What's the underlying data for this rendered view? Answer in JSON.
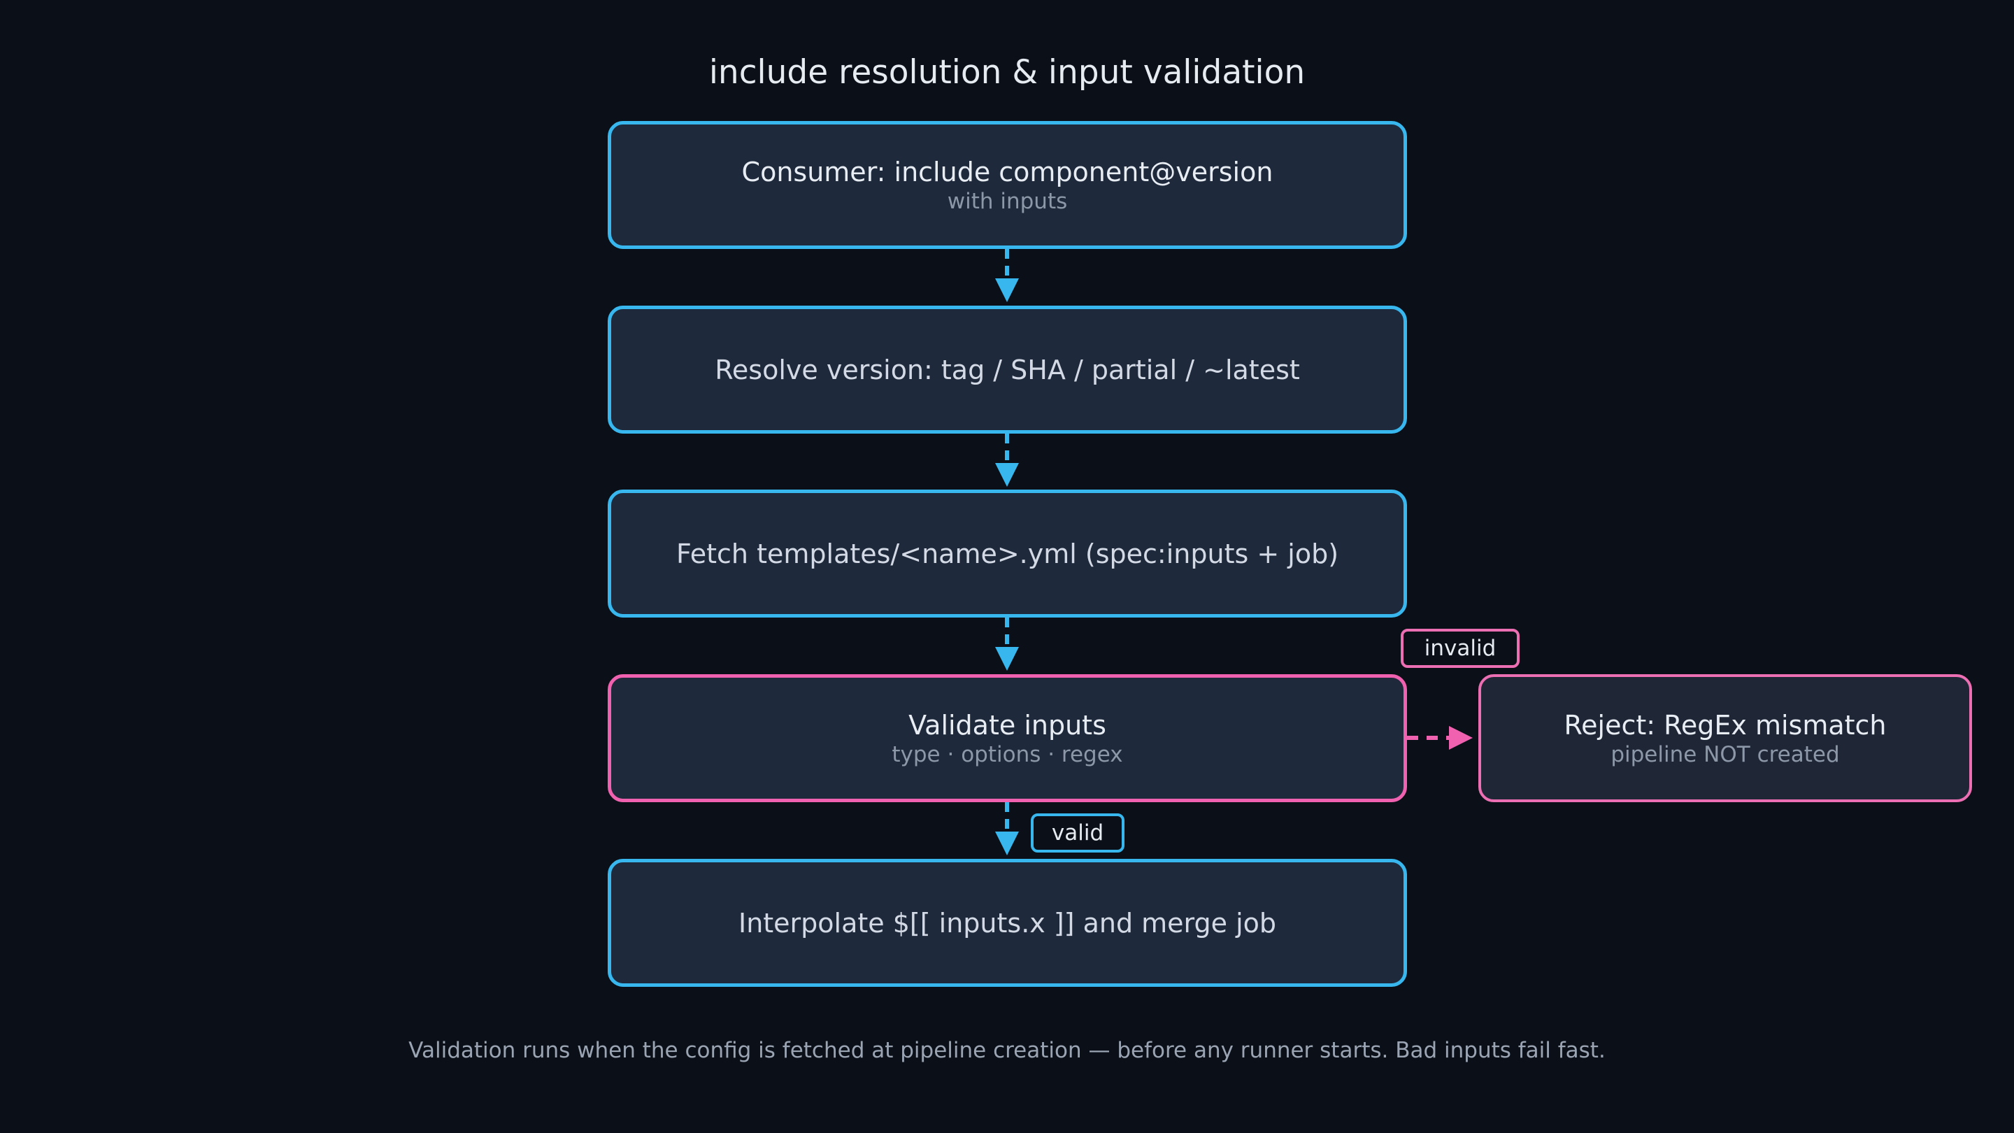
{
  "title": "include resolution & input validation",
  "steps": [
    {
      "label": "Consumer: include component@version",
      "sublabel": "with inputs"
    },
    {
      "label": "Resolve version: tag / SHA / partial / ~latest"
    },
    {
      "label": "Fetch templates/<name>.yml (spec:inputs + job)"
    },
    {
      "label": "Validate inputs",
      "sublabel": "type · options · regex"
    },
    {
      "label": "Interpolate $[[ inputs.x ]] and merge job"
    }
  ],
  "reject": {
    "label": "Reject: RegEx mismatch",
    "sublabel": "pipeline NOT created"
  },
  "edge_labels": {
    "invalid": "invalid",
    "valid": "valid"
  },
  "footnote": "Validation runs when the config is fetched at pipeline creation — before any runner starts. Bad inputs fail fast.",
  "colors": {
    "background": "#0b0f17",
    "node_fill": "#1e293b",
    "flow_accent": "#38b6ee",
    "error_accent": "#f062b0"
  }
}
